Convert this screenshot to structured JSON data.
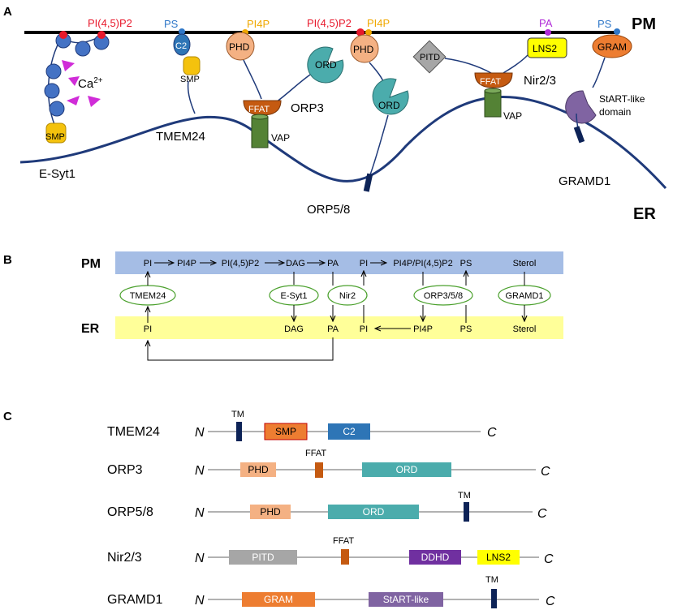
{
  "panel_labels": {
    "a": "A",
    "b": "B",
    "c": "C"
  },
  "colors": {
    "membrane": "#1f3a7a",
    "pip2_red": "#e8192c",
    "pi4p_orange": "#f0a800",
    "pa_purple": "#b02bd8",
    "ps_blue": "#2f77c8",
    "esyt_blue": "#4472c4",
    "smp_yellow": "#f4c20d",
    "ca_magenta": "#d02cd8",
    "phd_peach": "#f4b183",
    "ord_teal": "#4bacac",
    "ffat_orange": "#c55a11",
    "vap_green": "#548235",
    "pitd_gray": "#a6a6a6",
    "lns2_yellow": "#ffff00",
    "gram_orange": "#ed7d31",
    "start_purple": "#8064a2",
    "pm_band": "#a5bde5",
    "er_band": "#ffff99",
    "ellipse_border": "#4aa02c",
    "tm_navy": "#0d2357",
    "smp_box": "#ed7d31",
    "c2_box": "#2e75b6",
    "ddhd_purple": "#7030a0"
  },
  "panelA": {
    "membranes": {
      "pm": "PM",
      "er": "ER"
    },
    "lipids": {
      "pip2_a": "PI(4,5)P2",
      "ps_a": "PS",
      "pi4p_a": "PI4P",
      "pip2_b": "PI(4,5)P2",
      "pi4p_b": "PI4P",
      "pa": "PA",
      "ps_b": "PS"
    },
    "domains": {
      "c2": "C2",
      "smp_tmem": "SMP",
      "smp_esyt": "SMP",
      "phd_a": "PHD",
      "phd_b": "PHD",
      "ord_a": "ORD",
      "ord_b": "ORD",
      "ffat_a": "FFAT",
      "ffat_b": "FFAT",
      "vap_a": "VAP",
      "vap_b": "VAP",
      "pitd": "PITD",
      "lns2": "LNS2",
      "gram": "GRAM",
      "start_line1": "StART-like",
      "start_line2": "domain"
    },
    "ca": {
      "base": "Ca",
      "sup": "2+"
    },
    "proteins": {
      "esyt1": "E-Syt1",
      "tmem24": "TMEM24",
      "orp3": "ORP3",
      "orp58": "ORP5/8",
      "nir23": "Nir2/3",
      "gramd1": "GRAMD1"
    }
  },
  "panelB": {
    "pm_label": "PM",
    "er_label": "ER",
    "pm_lipids": [
      "PI",
      "PI4P",
      "PI(4,5)P2",
      "DAG",
      "PA",
      "PI",
      "PI4P/PI(4,5)P2",
      "PS",
      "Sterol"
    ],
    "er_lipids": [
      "PI",
      "DAG",
      "PA",
      "PI",
      "PI4P",
      "PS",
      "Sterol"
    ],
    "transporters": [
      "TMEM24",
      "E-Syt1",
      "Nir2",
      "ORP3/5/8",
      "GRAMD1"
    ]
  },
  "panelC": {
    "n_term": "N",
    "c_term": "C",
    "rows": [
      {
        "name": "TMEM24",
        "features": {
          "tm": "TM",
          "smp": "SMP",
          "c2": "C2"
        }
      },
      {
        "name": "ORP3",
        "features": {
          "phd": "PHD",
          "ffat": "FFAT",
          "ord": "ORD"
        }
      },
      {
        "name": "ORP5/8",
        "features": {
          "phd": "PHD",
          "ord": "ORD",
          "tm": "TM"
        }
      },
      {
        "name": "Nir2/3",
        "features": {
          "pitd": "PITD",
          "ffat": "FFAT",
          "ddhd": "DDHD",
          "lns2": "LNS2"
        }
      },
      {
        "name": "GRAMD1",
        "features": {
          "gram": "GRAM",
          "start": "StART-like",
          "tm": "TM"
        }
      }
    ]
  }
}
